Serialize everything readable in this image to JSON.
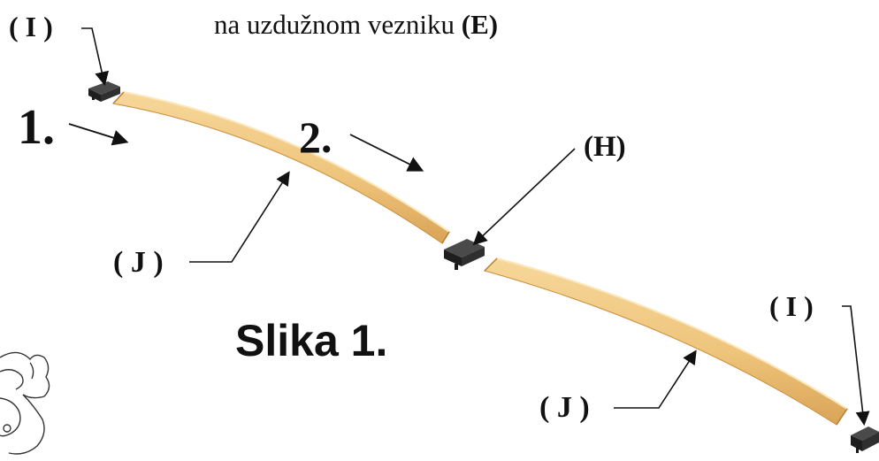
{
  "header": {
    "text": "na uzdužnom vezniku",
    "code": "(E)"
  },
  "labels": {
    "i_top": "( I )",
    "i_bottom": "( I )",
    "h": "(H)",
    "j_left": "( J )",
    "j_right": "( J )"
  },
  "steps": {
    "one": "1.",
    "two": "2."
  },
  "caption": "Slika 1.",
  "colors": {
    "wood_light": "#f6d79a",
    "wood_mid": "#e8b96a",
    "wood_dark": "#c98f3c",
    "cap_dark": "#2c2c2c",
    "line": "#111111"
  }
}
